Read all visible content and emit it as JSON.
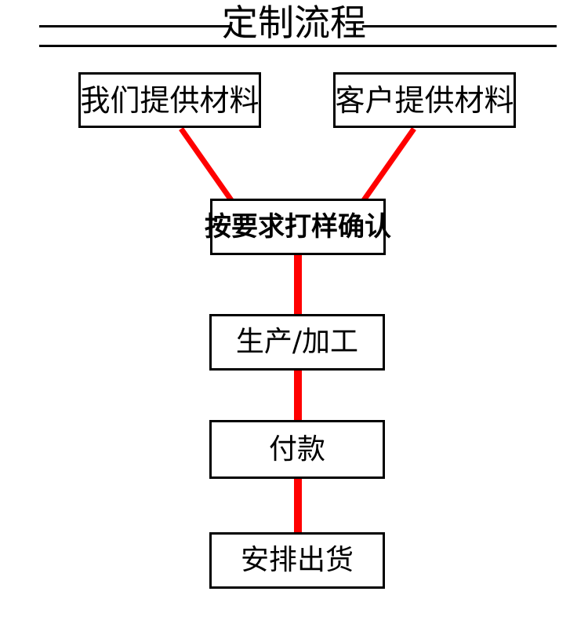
{
  "page": {
    "title": "定制流程",
    "background_color": "#ffffff"
  },
  "header": {
    "title": "定制流程",
    "rule_color": "#000000"
  },
  "flow": {
    "connector_color": "#ff0000",
    "node_border_color": "#000000",
    "nodes": [
      {
        "id": "supply-us",
        "label": "我们提供材料",
        "step": 1
      },
      {
        "id": "supply-cust",
        "label": "客户提供材料",
        "step": 1
      },
      {
        "id": "sample",
        "label": "按要求打样确认",
        "step": 2
      },
      {
        "id": "production",
        "label": "生产/加工",
        "step": 3
      },
      {
        "id": "payment",
        "label": "付款",
        "step": 4
      },
      {
        "id": "shipping",
        "label": "安排出货",
        "step": 5
      }
    ],
    "edges": [
      {
        "from": "supply-us",
        "to": "sample",
        "kind": "diagonal"
      },
      {
        "from": "supply-cust",
        "to": "sample",
        "kind": "diagonal"
      },
      {
        "from": "sample",
        "to": "production",
        "kind": "vertical"
      },
      {
        "from": "production",
        "to": "payment",
        "kind": "vertical"
      },
      {
        "from": "payment",
        "to": "shipping",
        "kind": "vertical"
      }
    ]
  }
}
